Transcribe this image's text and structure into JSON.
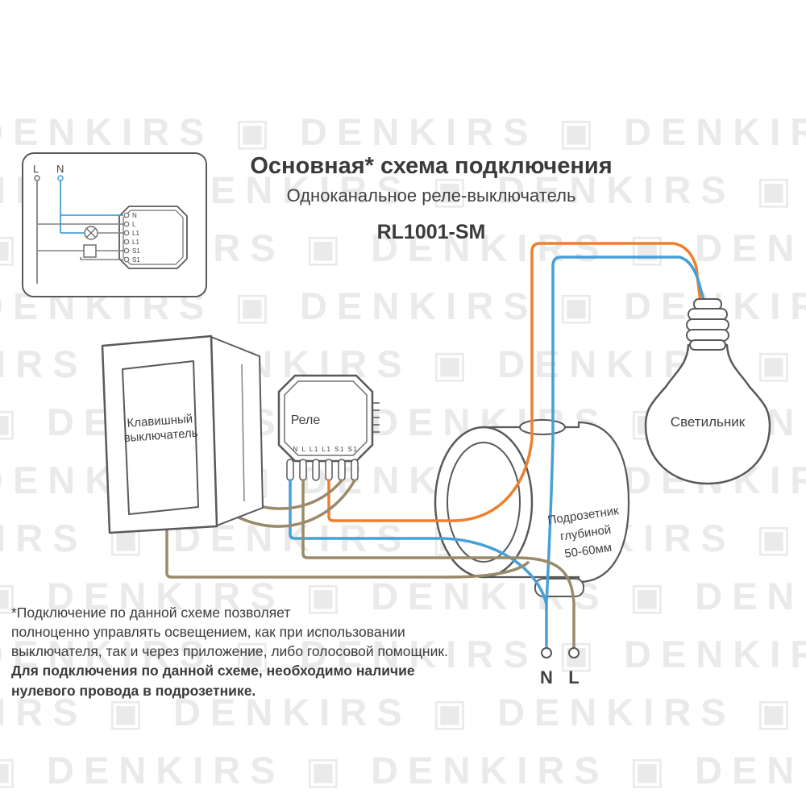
{
  "watermark": {
    "text": "DENKIRS"
  },
  "title": {
    "heading": "Основная* схема подключения",
    "subheading": "Одноканальное реле-выключатель",
    "model": "RL1001-SM"
  },
  "inset": {
    "line_labels": {
      "l": "L",
      "n": "N"
    },
    "relay_terminals": [
      "N",
      "L",
      "L1",
      "L1",
      "S1",
      "S1"
    ]
  },
  "diagram": {
    "switch_label_line1": "Клавишный",
    "switch_label_line2": "выключатель",
    "relay_label": "Реле",
    "relay_terminal_row": "N L L1 L1 S1 S1",
    "box_label_line1": "Подрозетник",
    "box_label_line2": "глубиной",
    "box_label_line3": "50-60мм",
    "lamp_label": "Светильник",
    "terminal_n": "N",
    "terminal_l": "L"
  },
  "footnote": {
    "normal_lines": [
      "*Подключение по данной схеме позволяет",
      "полноценно управлять освещением, как при использовании",
      "выключателя, так и через приложение, либо голосовой помощник."
    ],
    "bold_lines": [
      "Для подключения по данной схеме, необходимо наличие",
      "нулевого провода в подрозетнике."
    ]
  },
  "colors": {
    "wire_orange": "#EF7F2E",
    "wire_blue": "#47A0D6",
    "wire_brown": "#9A8A6A",
    "outline": "#58595B",
    "watermark": "#EAEAEA"
  }
}
